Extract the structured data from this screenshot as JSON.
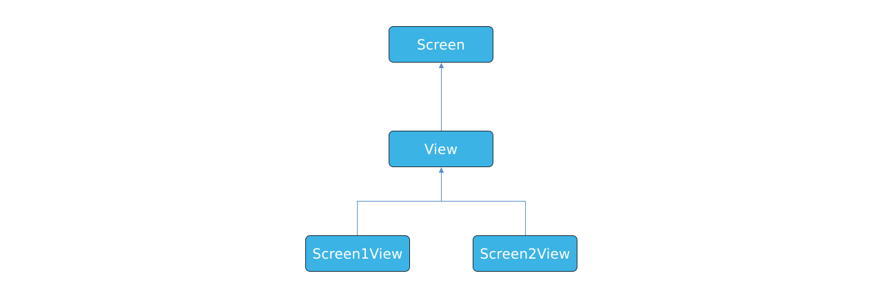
{
  "diagram": {
    "nodes": {
      "screen": "Screen",
      "view": "View",
      "screen1view": "Screen1View",
      "screen2view": "Screen2View"
    },
    "edges": [
      {
        "from": "View",
        "to": "Screen",
        "type": "inheritance"
      },
      {
        "from": "Screen1View",
        "to": "View",
        "type": "inheritance"
      },
      {
        "from": "Screen2View",
        "to": "View",
        "type": "inheritance"
      }
    ],
    "colors": {
      "node_fill": "#3bb3e5",
      "node_border": "#1d2b33",
      "connector": "#5b8fc9",
      "text": "#ffffff"
    }
  }
}
